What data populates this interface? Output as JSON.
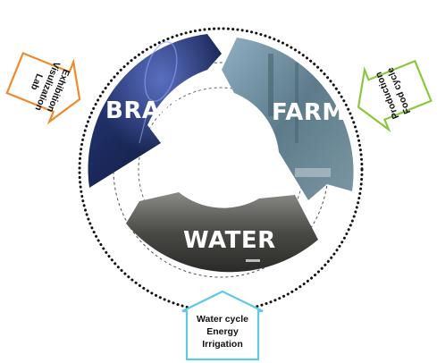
{
  "segments": {
    "brain": {
      "label": "BRAIN"
    },
    "farm": {
      "label": "FARM"
    },
    "water": {
      "label": "WATER"
    }
  },
  "callouts": {
    "left": {
      "lines": [
        "Exhibition",
        "Visulization",
        "Lab"
      ],
      "color": "#ef8a2c"
    },
    "right": {
      "lines": [
        "Production",
        "Food cycle"
      ],
      "color": "#8cc63f"
    },
    "bottom": {
      "lines": [
        "Water cycle",
        "Energy",
        "Irrigation"
      ],
      "color": "#5ec8e5"
    }
  },
  "colors": {
    "ring_dots": "#111111",
    "brain_fill": "#1f2f66",
    "farm_fill": "#5f7f90",
    "water_fill": "#3e3f3b"
  }
}
